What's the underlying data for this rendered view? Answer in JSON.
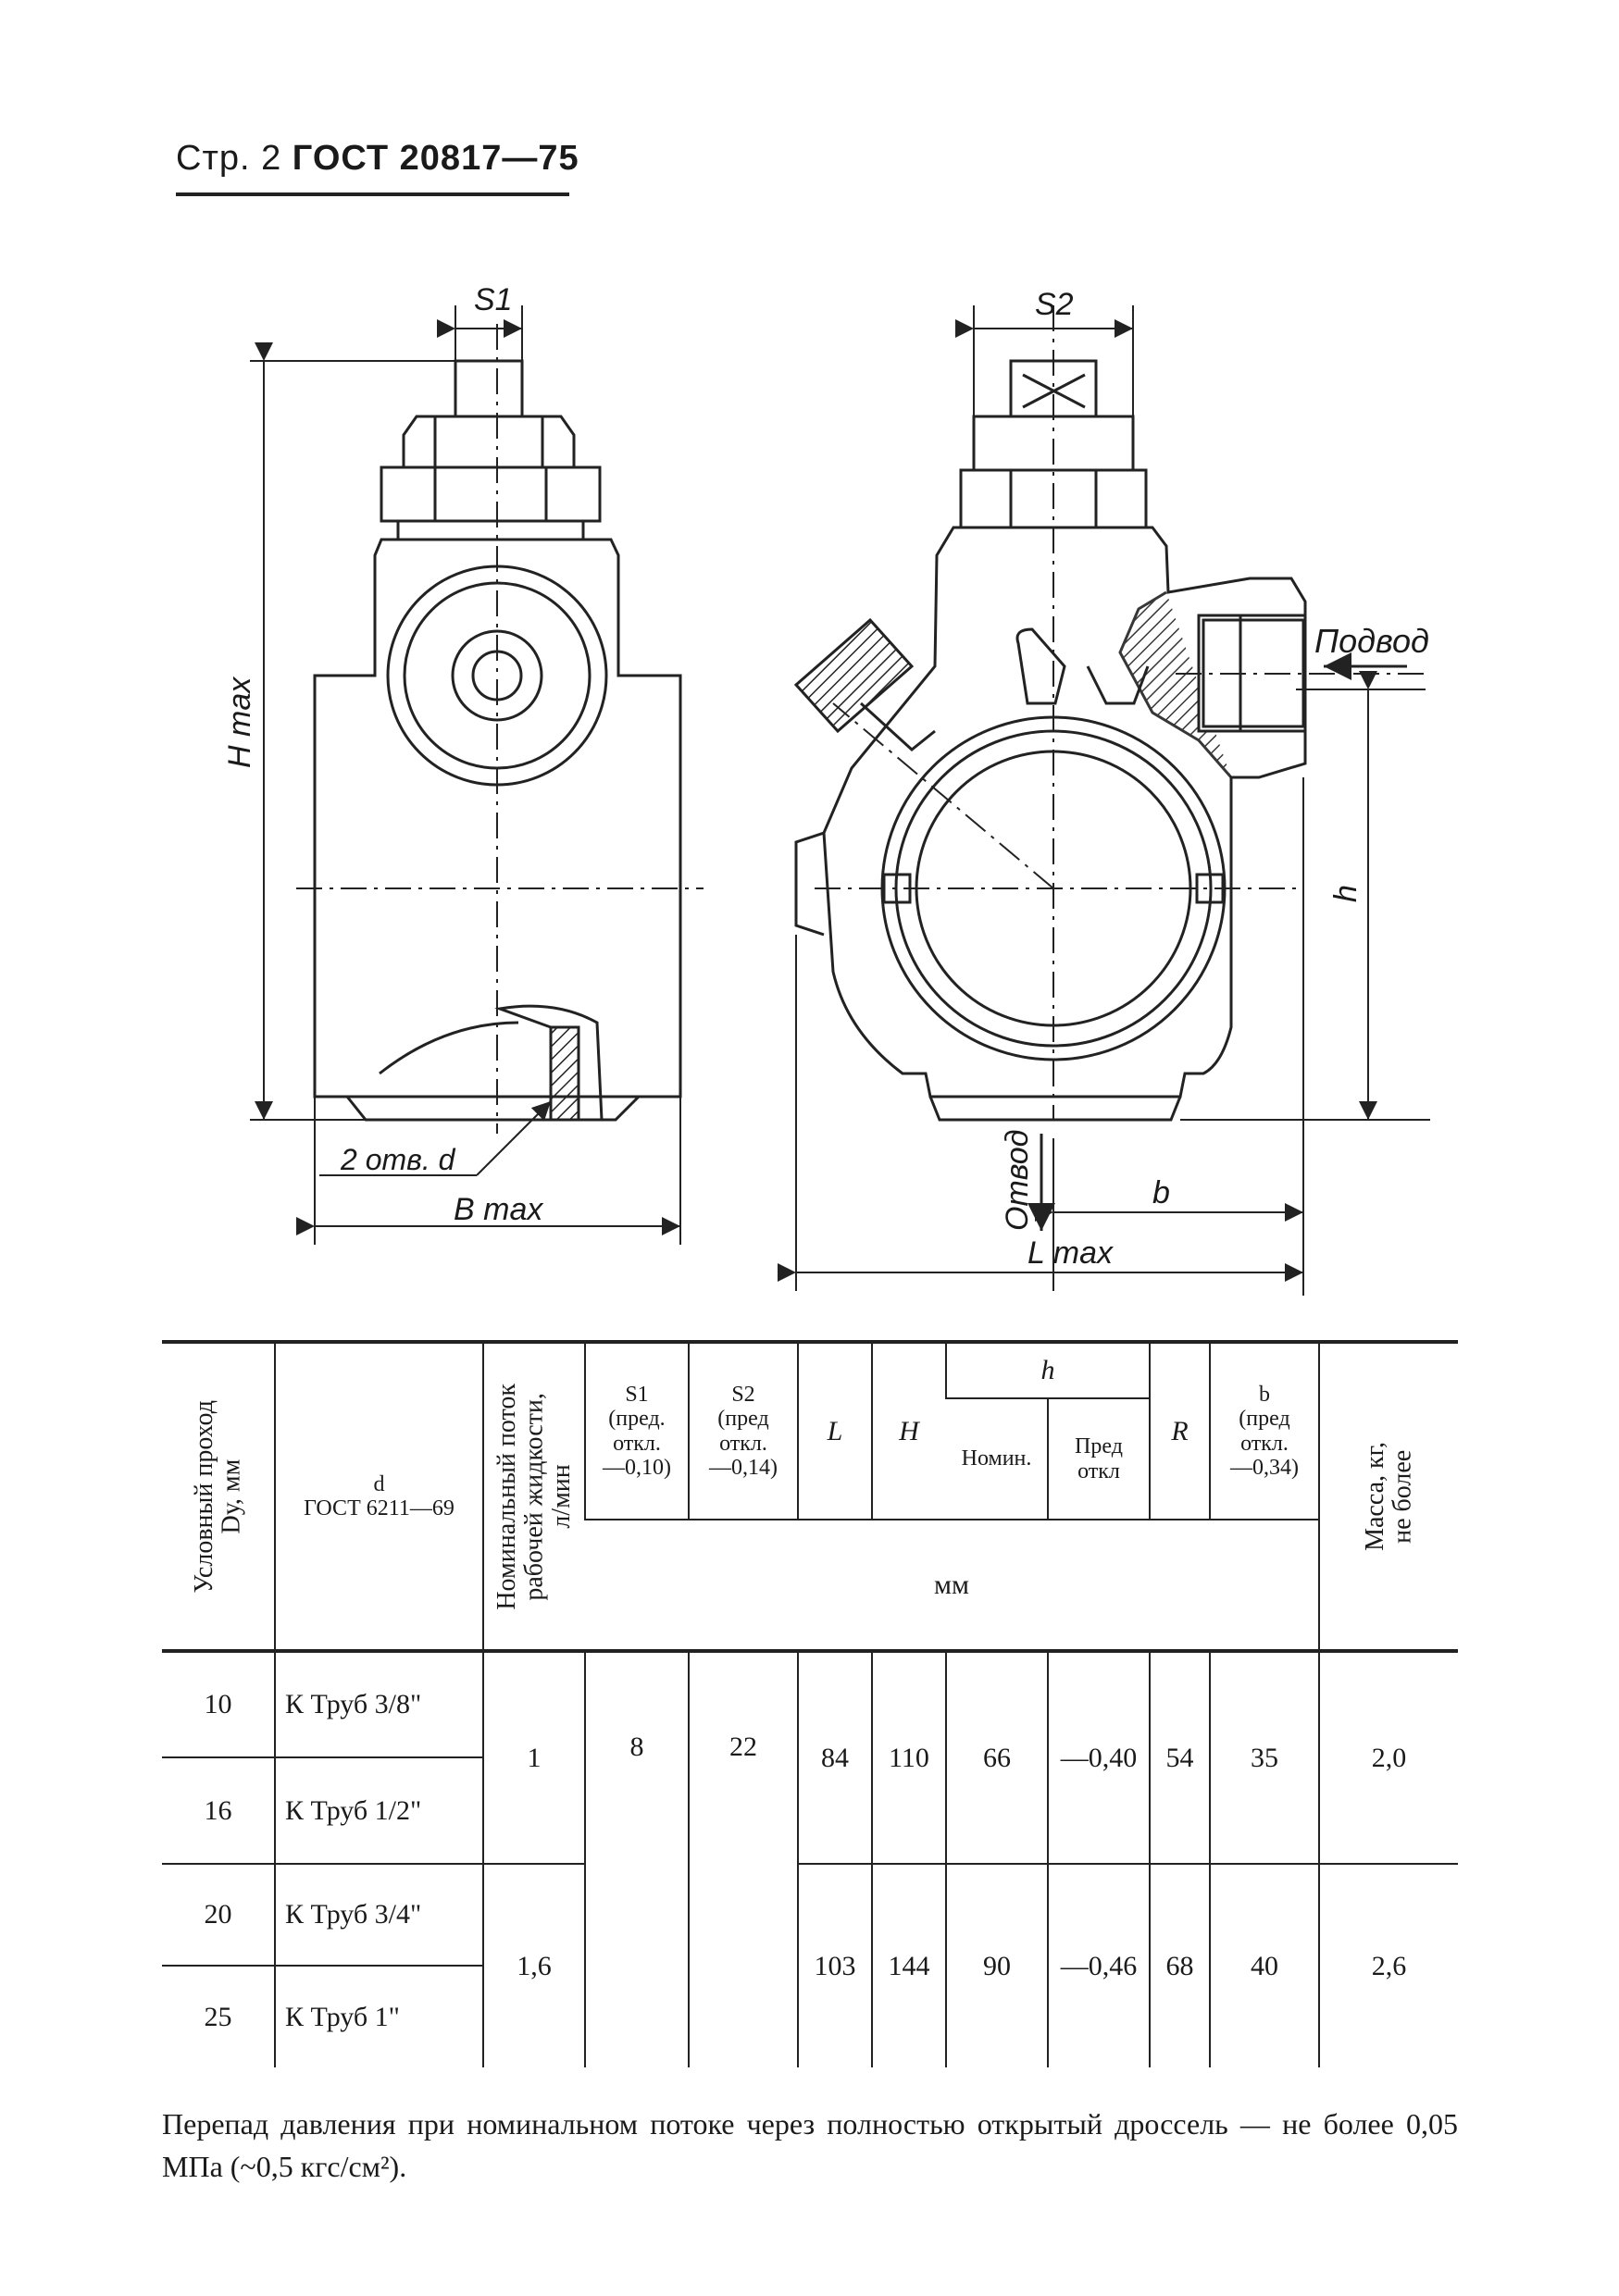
{
  "header": {
    "page_label": "Стр. 2",
    "standard": "ГОСТ 20817—75"
  },
  "drawing": {
    "left_view": {
      "dim_s1": "S1",
      "dim_height": "H max",
      "dim_width": "B max",
      "holes_label": "2 отв. d"
    },
    "right_view": {
      "dim_s2": "S2",
      "inlet_label": "Подвод",
      "outlet_label": "Отвод",
      "dim_h": "h",
      "dim_b": "b",
      "dim_length": "L max"
    }
  },
  "table": {
    "headers": {
      "bore": "Условный проход\nDу, мм",
      "gost": "d\nГОСТ 6211—69",
      "flow": "Номинальный поток\nрабочей жидкости,\nл/мин",
      "s1": "S1\n(пред.\nоткл.\n—0,10)",
      "s2": "S2\n(пред\nоткл.\n—0,14)",
      "L": "L",
      "H": "H",
      "h_group": "h",
      "h_nom": "Номин.",
      "h_dev": "Пред\nоткл",
      "R": "R",
      "b": "b\n(пред\nоткл.\n—0,34)",
      "units": "мм",
      "mass": "Масса, кг,\nне более"
    },
    "rows": [
      {
        "bore": "10",
        "gost": "К Труб 3/8\"",
        "flow": "1",
        "s1": "8",
        "s2": "22",
        "L": "84",
        "H": "110",
        "h_nom": "66",
        "h_dev": "—0,40",
        "R": "54",
        "b": "35",
        "mass": "2,0"
      },
      {
        "bore": "16",
        "gost": "К Труб 1/2\""
      },
      {
        "bore": "20",
        "gost": "К Труб 3/4\"",
        "flow": "1,6",
        "L": "103",
        "H": "144",
        "h_nom": "90",
        "h_dev": "—0,46",
        "R": "68",
        "b": "40",
        "mass": "2,6"
      },
      {
        "bore": "25",
        "gost": "К Труб 1\""
      }
    ]
  },
  "note": "Перепад давления при номинальном потоке через полностью открытый дроссель — не более 0,05 МПа (~0,5 кгс/см²)."
}
